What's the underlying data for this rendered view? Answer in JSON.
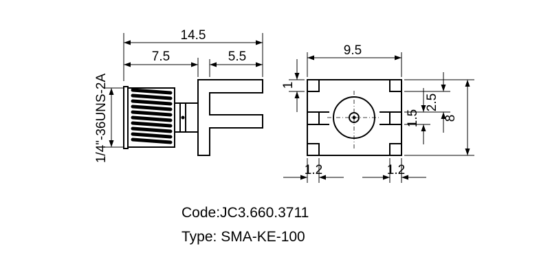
{
  "side_view": {
    "dim_total": "14.5",
    "dim_thread": "7.5",
    "dim_flange": "5.5",
    "thread_spec": "1/4\"-36UNS-2A"
  },
  "top_view": {
    "dim_width": "9.5",
    "dim_height": "8",
    "dim_corner": "1",
    "dim_offset": "2.5",
    "dim_gap": "1.5",
    "dim_pad_left": "1.2",
    "dim_pad_right": "1.2"
  },
  "caption": {
    "code": "Code:JC3.660.3711",
    "type": "Type: SMA-KE-100"
  }
}
